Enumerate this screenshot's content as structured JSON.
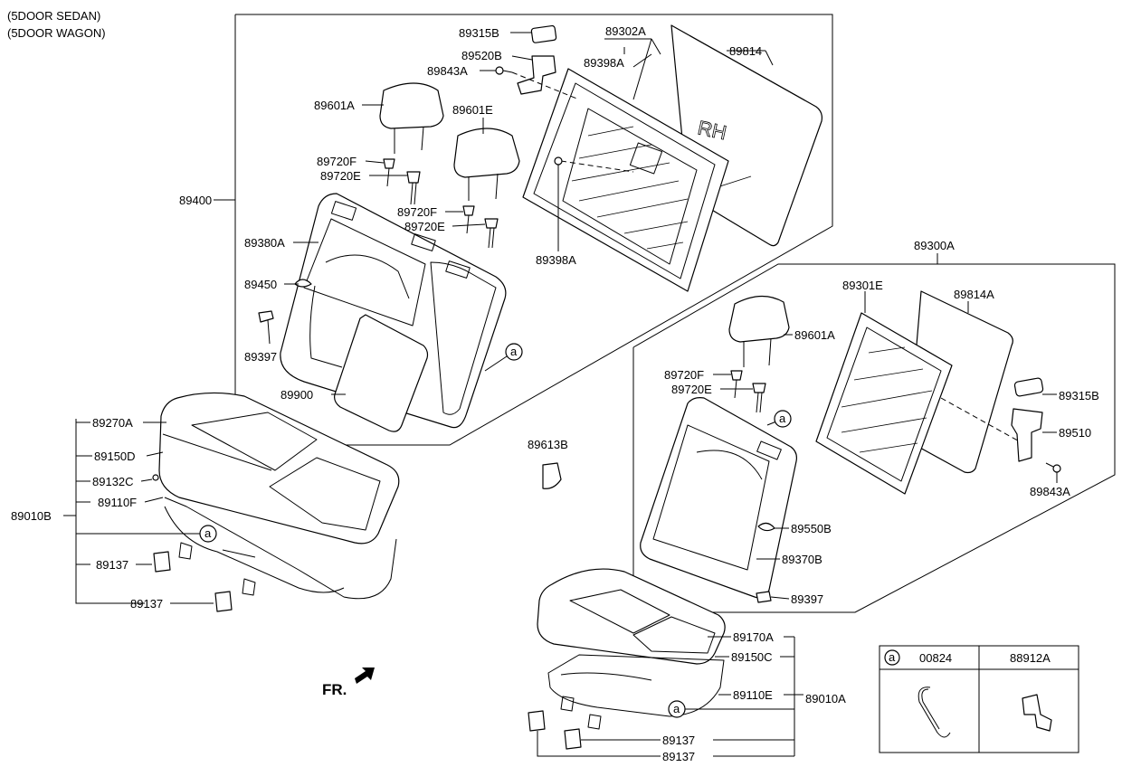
{
  "header": {
    "line1": "(5DOOR SEDAN)",
    "line2": "(5DOOR WAGON)"
  },
  "direction": {
    "label": "FR."
  },
  "callout": "a",
  "parts": {
    "p89315B_top": "89315B",
    "p89520B": "89520B",
    "p89843A_top": "89843A",
    "p89302A": "89302A",
    "p89398A_top": "89398A",
    "p89814": "89814",
    "p89601A_l": "89601A",
    "p89601E": "89601E",
    "p89720F_l": "89720F",
    "p89720E_l": "89720E",
    "p89720F_m": "89720F",
    "p89720E_m": "89720E",
    "p89400": "89400",
    "p89380A": "89380A",
    "p89450": "89450",
    "p89397_l": "89397",
    "p89900": "89900",
    "p89398A_bot": "89398A",
    "p89300A": "89300A",
    "p89301E": "89301E",
    "p89814A": "89814A",
    "p89601A_r": "89601A",
    "p89720F_r": "89720F",
    "p89720E_r": "89720E",
    "p89315B_r": "89315B",
    "p89510": "89510",
    "p89843A_r": "89843A",
    "p89613B": "89613B",
    "p89550B": "89550B",
    "p89370B": "89370B",
    "p89397_r": "89397",
    "p89270A": "89270A",
    "p89150D": "89150D",
    "p89132C": "89132C",
    "p89110F": "89110F",
    "p89010B": "89010B",
    "p89137_l1": "89137",
    "p89137_l2": "89137",
    "p89170A": "89170A",
    "p89150C": "89150C",
    "p89110E": "89110E",
    "p89010A": "89010A",
    "p89137_r1": "89137",
    "p89137_r2": "89137"
  },
  "panel_mark": "RH",
  "legend_table": {
    "col1": "00824",
    "col2": "88912A"
  }
}
